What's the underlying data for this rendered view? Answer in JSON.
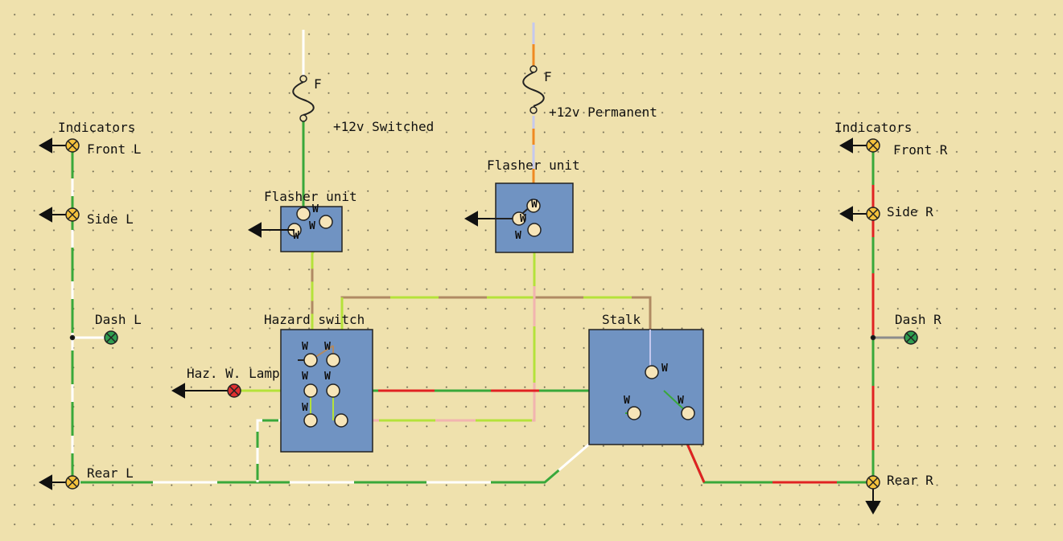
{
  "labels": {
    "indicators_left": "Indicators",
    "indicators_right": "Indicators",
    "front_l": "Front L",
    "side_l": "Side L",
    "dash_l": "Dash L",
    "rear_l": "Rear L",
    "front_r": "Front R",
    "side_r": "Side R",
    "dash_r": "Dash R",
    "rear_r": "Rear R",
    "fuse_1": "F",
    "fuse_2": "F",
    "switched_12v": "+12v Switched",
    "permanent_12v": "+12v Permanent",
    "flasher_1": "Flasher unit",
    "flasher_2": "Flasher unit",
    "hazard_switch": "Hazard switch",
    "haz_w_lamp": "Haz. W. Lamp",
    "stalk": "Stalk"
  },
  "pin_marker": "W",
  "colors": {
    "background": "#efe1ad",
    "component_box": "#7093c2",
    "wire_green": "#39a83a",
    "wire_red": "#e02222",
    "wire_white": "#ffffff",
    "wire_lightgreen": "#b5e23a",
    "wire_brown": "#b08a63",
    "wire_pink": "#f2b4b0",
    "wire_orange": "#ef8a22",
    "wire_grey": "#8c8c8c",
    "wire_lightblue": "#c4c8ee",
    "lamp_indicator": "#f5c23d",
    "lamp_dash": "#2f9d4f",
    "lamp_warning": "#e03030"
  },
  "icons": [
    "earth-arrow-icon",
    "lamp-icon",
    "fuse-icon",
    "pin-terminal-icon"
  ]
}
